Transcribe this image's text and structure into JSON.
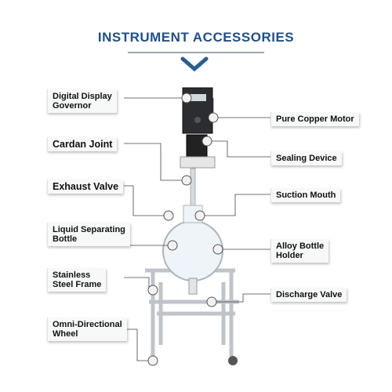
{
  "header": {
    "title": "INSTRUMENT ACCESSORIES"
  },
  "labels": {
    "digital_display_governor": "Digital Display\nGovernor",
    "cardan_joint": "Cardan Joint",
    "exhaust_valve": "Exhaust Valve",
    "liquid_separating_bottle": "Liquid Separating\nBottle",
    "stainless_steel_frame": "Stainless\nSteel Frame",
    "omni_directional_wheel": "Omni-Directional\nWheel",
    "pure_copper_motor": "Pure Copper Motor",
    "sealing_device": "Sealing Device",
    "suction_mouth": "Suction Mouth",
    "alloy_bottle_holder": "Alloy Bottle\nHolder",
    "discharge_valve": "Discharge Valve"
  },
  "colors": {
    "title": "#1f4f8a",
    "chevron": "#2a5c96",
    "frame": "#c8ccd2",
    "motor": "#2a2a2a"
  }
}
